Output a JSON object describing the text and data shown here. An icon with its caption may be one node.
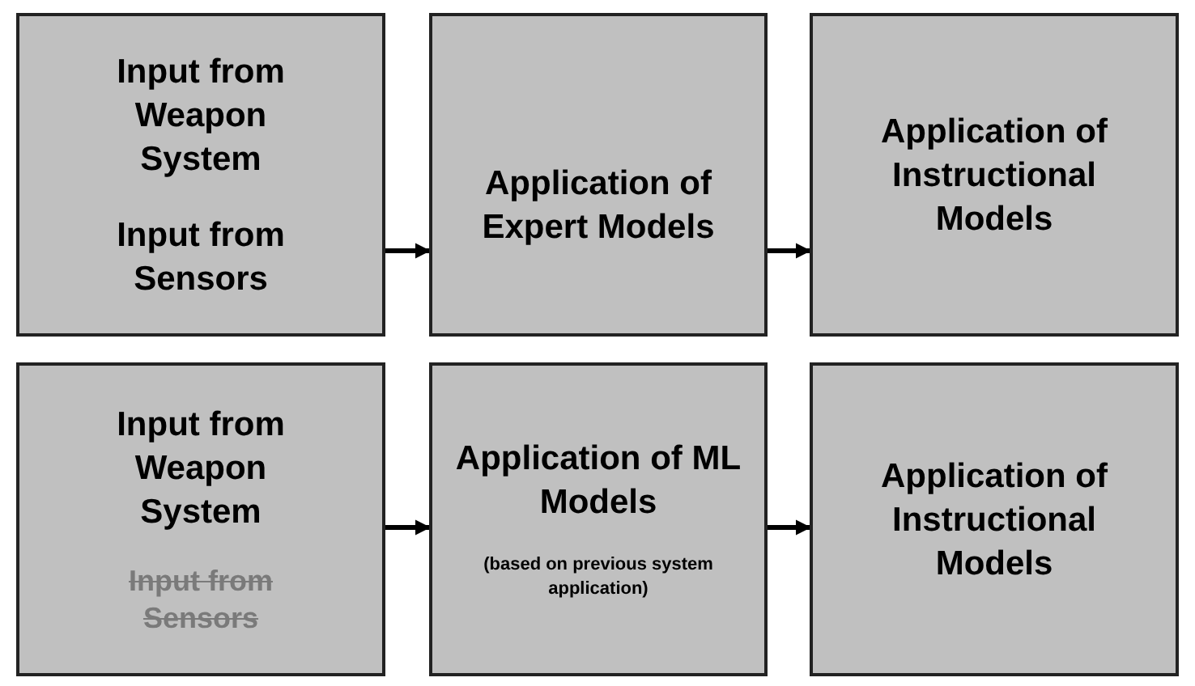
{
  "diagram": {
    "nodes": [
      {
        "text": [
          "Input from Weapon System",
          "Input from Sensors"
        ]
      },
      {
        "text": [
          "Application of Expert Models"
        ]
      },
      {
        "text": [
          "Application of Instructional Models"
        ]
      },
      {
        "text": [
          "Input from Weapon System",
          "Input from Sensors"
        ]
      },
      {
        "text": [
          "Application of ML Models",
          "(based on previous system application)"
        ]
      },
      {
        "text": [
          "Application of Instructional Models"
        ]
      }
    ],
    "edges": [
      {
        "from": 0,
        "to": 1,
        "arrow": "to"
      },
      {
        "from": 1,
        "to": 2,
        "arrow": "to"
      },
      {
        "from": 3,
        "to": 4,
        "arrow": "to"
      },
      {
        "from": 4,
        "to": 5,
        "arrow": "to"
      }
    ]
  }
}
